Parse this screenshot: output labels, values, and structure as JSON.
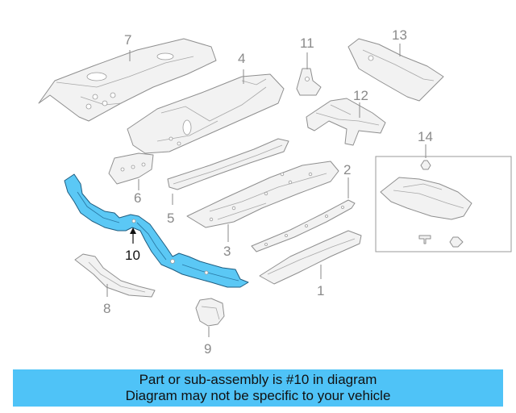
{
  "diagram": {
    "callouts": [
      {
        "label": "1"
      },
      {
        "label": "2"
      },
      {
        "label": "3"
      },
      {
        "label": "4"
      },
      {
        "label": "5"
      },
      {
        "label": "6"
      },
      {
        "label": "7"
      },
      {
        "label": "8"
      },
      {
        "label": "9"
      },
      {
        "label": "10"
      },
      {
        "label": "11"
      },
      {
        "label": "12"
      },
      {
        "label": "13"
      },
      {
        "label": "14"
      }
    ],
    "highlighted_part": "10",
    "highlight_color": "#5bc8f5"
  },
  "banner": {
    "line1": "Part or sub-assembly is #10 in diagram",
    "line2": "Diagram may not be specific to your vehicle",
    "background": "#4fc3f7"
  }
}
